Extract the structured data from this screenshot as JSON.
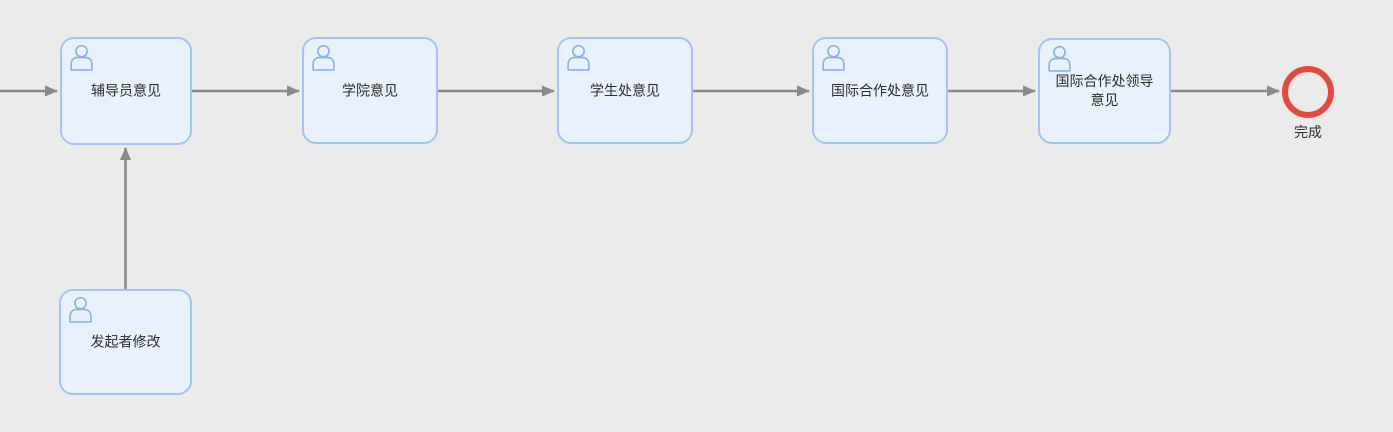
{
  "diagram": {
    "type": "approval-workflow",
    "colors": {
      "background": "#ebebeb",
      "node_fill": "#e9f1fc",
      "node_border": "#a6c4ee",
      "user_icon_stroke": "#8ab2e6",
      "connector": "#8a8a8a",
      "end_event_ring": "#e5483c",
      "text": "#2d2d2d"
    },
    "nodes": [
      {
        "id": "counselor-opinion",
        "type": "user-task",
        "label": "辅导员意见",
        "icon": "user-icon"
      },
      {
        "id": "college-opinion",
        "type": "user-task",
        "label": "学院意见",
        "icon": "user-icon"
      },
      {
        "id": "student-affairs-opinion",
        "type": "user-task",
        "label": "学生处意见",
        "icon": "user-icon"
      },
      {
        "id": "intl-cooperation-opinion",
        "type": "user-task",
        "label": "国际合作处意见",
        "icon": "user-icon"
      },
      {
        "id": "intl-coop-leader-opinion",
        "type": "user-task",
        "label": "国际合作处领导意见",
        "icon": "user-icon"
      },
      {
        "id": "initiator-modify",
        "type": "user-task",
        "label": "发起者修改",
        "icon": "user-icon"
      },
      {
        "id": "end-event",
        "type": "end-event",
        "label": "完成"
      }
    ],
    "connections": [
      {
        "from": "offscreen-left",
        "to": "counselor-opinion"
      },
      {
        "from": "counselor-opinion",
        "to": "college-opinion"
      },
      {
        "from": "college-opinion",
        "to": "student-affairs-opinion"
      },
      {
        "from": "student-affairs-opinion",
        "to": "intl-cooperation-opinion"
      },
      {
        "from": "intl-cooperation-opinion",
        "to": "intl-coop-leader-opinion"
      },
      {
        "from": "intl-coop-leader-opinion",
        "to": "end-event"
      },
      {
        "from": "initiator-modify",
        "to": "counselor-opinion"
      }
    ]
  }
}
